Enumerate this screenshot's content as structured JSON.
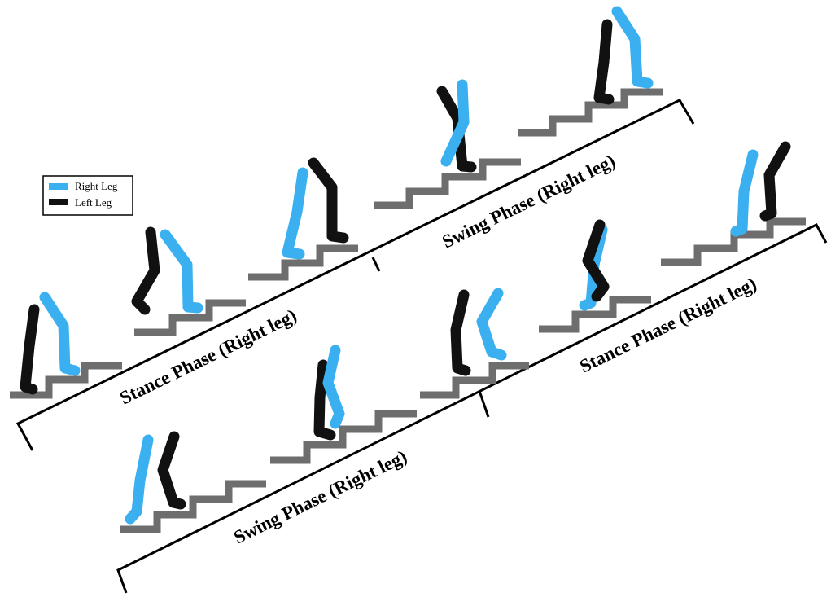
{
  "legend": {
    "items": [
      {
        "label": "Right Leg",
        "color": "#3bb0f0"
      },
      {
        "label": "Left Leg",
        "color": "#111111"
      }
    ]
  },
  "colors": {
    "right_leg": "#3bb0f0",
    "left_leg": "#111111",
    "stairs": "#6e6e6e",
    "bracket": "#000000"
  },
  "phases": [
    {
      "id": "stance-1",
      "label": "Stance Phase (Right leg)"
    },
    {
      "id": "swing-1",
      "label": "Swing Phase (Right leg)"
    },
    {
      "id": "swing-2",
      "label": "Swing Phase (Right leg)"
    },
    {
      "id": "stance-2",
      "label": "Stance Phase (Right leg)"
    }
  ]
}
